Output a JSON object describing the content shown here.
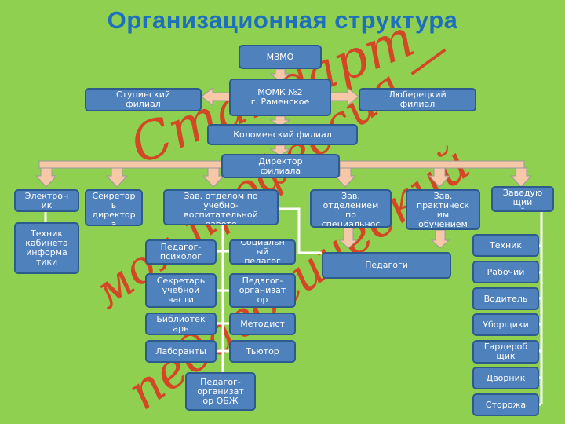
{
  "title": "Организационная структура",
  "watermark": [
    "Стандарт",
    "моя профессия —",
    "педагогический"
  ],
  "nodes": {
    "mzmo": "МЗМО",
    "momk": "МОМК №2\nг. Раменское",
    "stupino": "Ступинский\nфилиал",
    "lyubertsy": "Люберецкий\nфилиал",
    "kolomna": "Коломенский филиал",
    "director": "Директор\nфилиала",
    "electronic": "Электрон\nик",
    "secretary_director": "Секретар\nь\nдиректор\nа",
    "head_educational": "Зав. отделом по\nучебно-\nвоспитательной\nработе",
    "head_department": "Зав.\nотделением\nпо\nспециальнос",
    "head_practice": "Зав.\nпрактическ\nим\nобучением",
    "head_household": "Заведую\nщий\nхозяйство\nм",
    "technician_cabinet": "Техник\nкабинета\nинформа\nтики",
    "psychologist": "Педагог-\nпсихолог",
    "social_pedagogue": "Социальн\nый\nпедагог",
    "secretary_study": "Секретарь\nучебной\nчасти",
    "organizer": "Педагог-\nорганизат\nор",
    "librarians": "Библиотек\nарь",
    "methodist": "Методист",
    "lab_assistants": "Лаборанты",
    "tutor": "Тьютор",
    "organizer_obzh": "Педагог-\nорганизат\nор ОБЖ",
    "pedagogues": "Педагоги",
    "technician": "Техник",
    "worker": "Рабочий",
    "driver": "Водитель",
    "cleaners": "Уборщики",
    "wardrobe": "Гардероб\nщик",
    "janitor": "Дворник",
    "guards": "Сторожа"
  },
  "colors": {
    "background": "#90d050",
    "box_fill": "#4f81bd",
    "box_border": "#2d5b8e",
    "arrow_fill": "#f7c8a8",
    "arrow_stroke": "#9a9a9a",
    "title": "#1f6fbf",
    "watermark": "#e0301e",
    "connector": "#ffffff"
  }
}
